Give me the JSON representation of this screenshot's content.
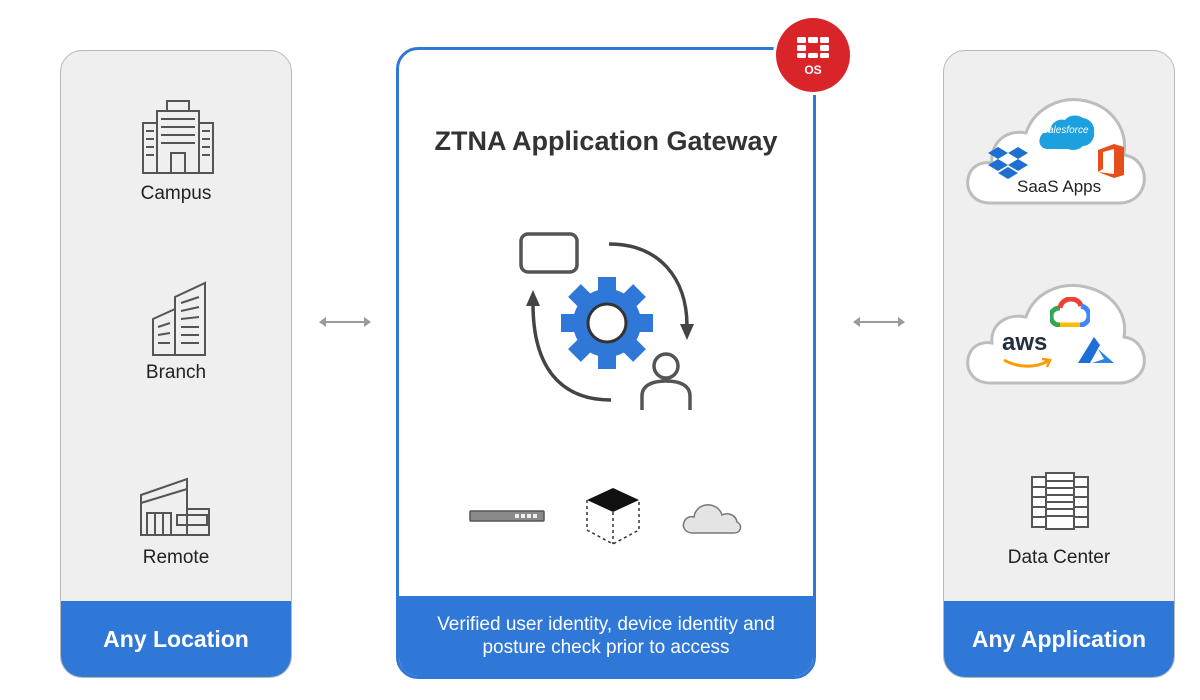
{
  "left": {
    "items": [
      {
        "label": "Campus",
        "icon": "campus-building-icon"
      },
      {
        "label": "Branch",
        "icon": "branch-building-icon"
      },
      {
        "label": "Remote",
        "icon": "remote-house-icon"
      }
    ],
    "footer": "Any Location"
  },
  "center": {
    "title": "ZTNA Application Gateway",
    "badge": "OS",
    "footer": "Verified user identity, device identity and posture check prior to access",
    "icons": [
      "window-icon",
      "gear-icon",
      "user-icon",
      "cycle-arrows-icon",
      "appliance-icon",
      "virtual-box-icon",
      "cloud-icon"
    ]
  },
  "right": {
    "saas": {
      "label": "SaaS Apps",
      "logo_text": "salesforce",
      "icons": [
        "dropbox-icon",
        "salesforce-icon",
        "office-icon"
      ]
    },
    "iaas": {
      "aws_text": "aws",
      "icons": [
        "google-cloud-icon",
        "aws-icon",
        "azure-icon"
      ]
    },
    "datacenter": {
      "label": "Data Center",
      "icon": "server-rack-icon"
    },
    "footer": "Any Application"
  },
  "colors": {
    "accent": "#2f78d8",
    "badge_red": "#d9252a",
    "panel_gray": "#efefef",
    "icon_gray": "#555555"
  }
}
